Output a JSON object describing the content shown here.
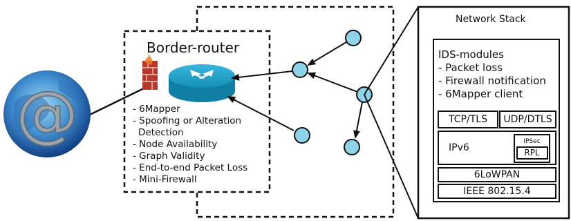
{
  "border_router": {
    "title": "Border-router",
    "features": [
      "- 6Mapper",
      "- Spoofing or Alteration",
      "  Detection",
      "- Node Availability",
      "- Graph Validity",
      "- End-to-end Packet Loss",
      "- Mini-Firewall"
    ]
  },
  "network_stack": {
    "title": "Network Stack",
    "ids_title": "IDS-modules",
    "ids_items": [
      "- Packet loss",
      "- Firewall notification",
      "- 6Mapper client"
    ],
    "tcp": "TCP/TLS",
    "udp": "UDP/DTLS",
    "ipv6": "IPv6",
    "ipsec": "IPSec",
    "rpl": "RPL",
    "sixlowpan": "6LoWPAN",
    "ieee": "IEEE 802.15.4"
  },
  "globe": {
    "symbol": "@"
  },
  "colors": {
    "node_fill": "#8fd3e8",
    "router_fill": "#1f9fc6",
    "globe_blue": "#1d5fb0",
    "firewall_red": "#c0392b"
  }
}
